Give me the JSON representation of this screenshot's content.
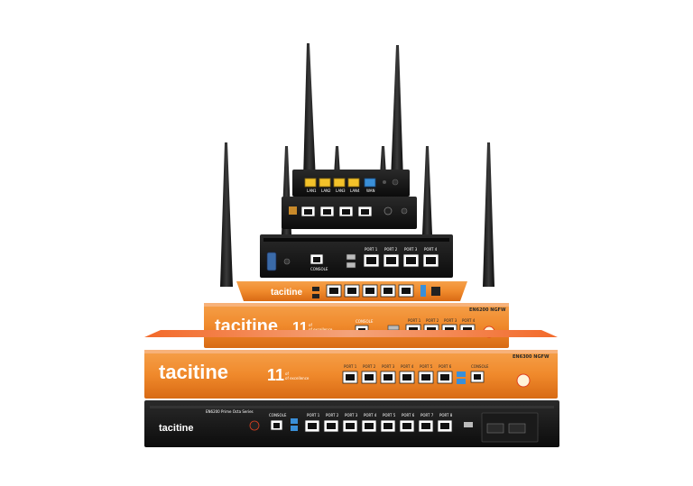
{
  "image": {
    "brand": "tacitine",
    "anniversary_number": "11",
    "anniversary_text": "of excellence",
    "model_mid": "EN6200 NGFW",
    "model_large": "EN6300 NGFW",
    "model_rack": "EN6200 Prime Octa Series",
    "console_label": "CONSOLE",
    "ports_mid": [
      "PORT 1",
      "PORT 2",
      "PORT 3",
      "PORT 4"
    ],
    "ports_large": [
      "PORT 1",
      "PORT 2",
      "PORT 3",
      "PORT 4",
      "PORT 5",
      "PORT 6"
    ],
    "ports_rack": [
      "PORT 1",
      "PORT 2",
      "PORT 3",
      "PORT 4",
      "PORT 5",
      "PORT 6",
      "PORT 7",
      "PORT 8"
    ],
    "router_ports": [
      "WAN",
      "LAN1",
      "LAN2",
      "LAN3",
      "LAN4"
    ],
    "colors": {
      "orange": "#f08a2c",
      "orange_dark": "#d86a14",
      "black": "#141414",
      "antenna": "#1e1e1e",
      "router_port": "#f3c22a",
      "blue_port": "#3a8fd8"
    }
  }
}
